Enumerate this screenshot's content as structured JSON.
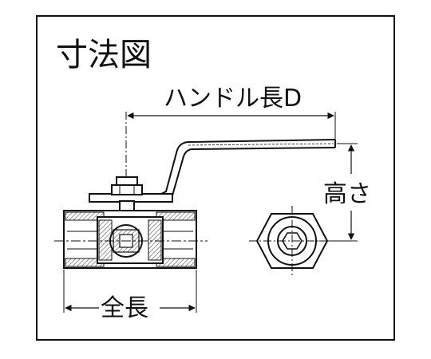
{
  "diagram": {
    "title": "寸法図",
    "handle_length_label": "ハンドル長D",
    "height_label": "高さ",
    "overall_length_label": "全長"
  },
  "colors": {
    "line": "#111111",
    "hatch": "#555555",
    "background": "#ffffff"
  }
}
